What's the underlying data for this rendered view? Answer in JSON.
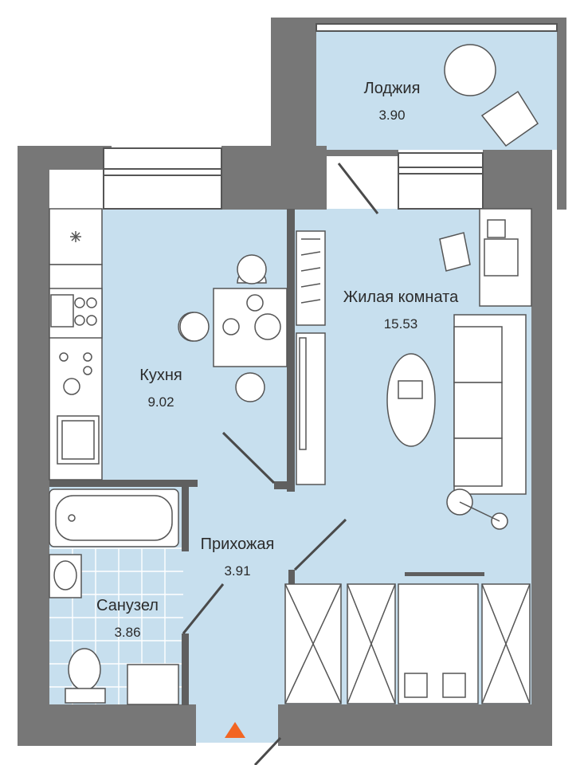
{
  "colors": {
    "wall": "#777777",
    "floor": "#c7dfee",
    "furniture_line": "#4a4a4a",
    "entrance_marker": "#f26522"
  },
  "rooms": {
    "loggia": {
      "name": "Лоджия",
      "area": "3.90"
    },
    "living": {
      "name": "Жилая комната",
      "area": "15.53"
    },
    "kitchen": {
      "name": "Кухня",
      "area": "9.02"
    },
    "hallway": {
      "name": "Прихожая",
      "area": "3.91"
    },
    "bathroom": {
      "name": "Санузел",
      "area": "3.86"
    }
  },
  "icons": {
    "entrance": "triangle-up-icon"
  }
}
